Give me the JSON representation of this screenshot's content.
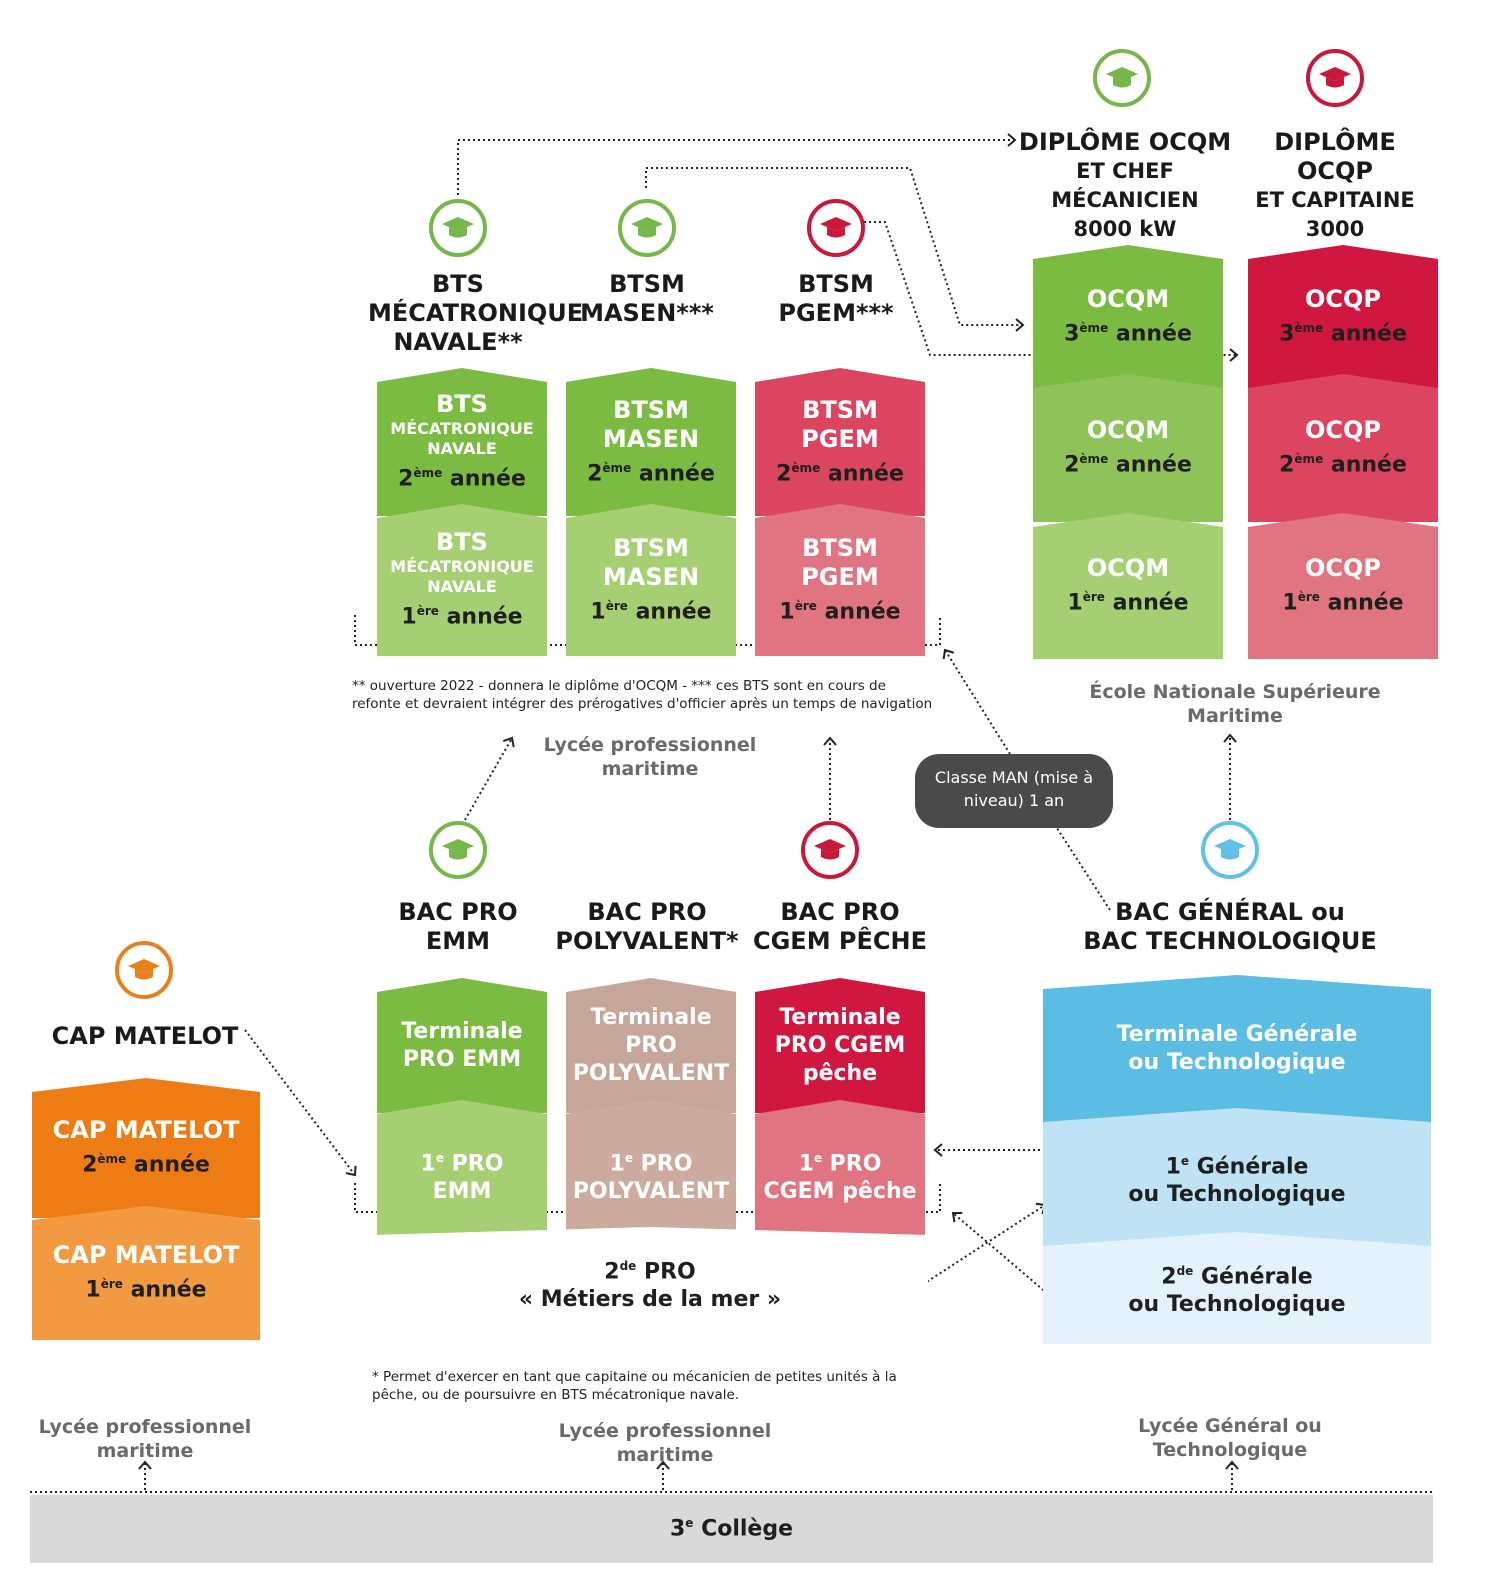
{
  "diplomas_top": {
    "ocqm": {
      "title": "DIPLÔME OCQM",
      "sub1": "ET CHEF MÉCANICIEN",
      "sub2": "8000 kW"
    },
    "ocqp": {
      "title": "DIPLÔME OCQP",
      "sub1": "ET CAPITAINE",
      "sub2": "3000"
    }
  },
  "bts_titles": {
    "meca": [
      "BTS",
      "MÉCATRONIQUE",
      "NAVALE**"
    ],
    "masen": [
      "BTSM",
      "MASEN***"
    ],
    "pgem": [
      "BTSM",
      "PGEM***"
    ]
  },
  "bts_blocks": {
    "meca_2": {
      "l1": "BTS",
      "l2a": "MÉCATRONIQUE",
      "l2b": "NAVALE",
      "num": "2",
      "sup": "ème",
      "word": "année"
    },
    "meca_1": {
      "l1": "BTS",
      "l2a": "MÉCATRONIQUE",
      "l2b": "NAVALE",
      "num": "1",
      "sup": "ère",
      "word": "année"
    },
    "masen_2": {
      "l1": "BTSM",
      "l1b": "MASEN",
      "num": "2",
      "sup": "ème",
      "word": "année"
    },
    "masen_1": {
      "l1": "BTSM",
      "l1b": "MASEN",
      "num": "1",
      "sup": "ère",
      "word": "année"
    },
    "pgem_2": {
      "l1": "BTSM",
      "l1b": "PGEM",
      "num": "2",
      "sup": "ème",
      "word": "année"
    },
    "pgem_1": {
      "l1": "BTSM",
      "l1b": "PGEM",
      "num": "1",
      "sup": "ère",
      "word": "année"
    }
  },
  "school_blocks": {
    "ocqm_3": {
      "l1": "OCQM",
      "num": "3",
      "sup": "ème",
      "word": "année"
    },
    "ocqm_2": {
      "l1": "OCQM",
      "num": "2",
      "sup": "ème",
      "word": "année"
    },
    "ocqm_1": {
      "l1": "OCQM",
      "num": "1",
      "sup": "ère",
      "word": "année"
    },
    "ocqp_3": {
      "l1": "OCQP",
      "num": "3",
      "sup": "ème",
      "word": "année"
    },
    "ocqp_2": {
      "l1": "OCQP",
      "num": "2",
      "sup": "ème",
      "word": "année"
    },
    "ocqp_1": {
      "l1": "OCQP",
      "num": "1",
      "sup": "ère",
      "word": "année"
    }
  },
  "notes": {
    "bts_note_1": "** ouverture 2022 - donnera le diplôme d'OCQM - *** ces BTS sont en cours de",
    "bts_note_2": "refonte et devraient intégrer des prérogatives d'officier après un temps de navigation",
    "bac_note_1": "* Permet d'exercer en tant que capitaine ou mécanicien de petites unités à la",
    "bac_note_2": "pêche, ou de poursuivre en BTS mécatronique navale."
  },
  "locations": {
    "ensm_1": "École Nationale Supérieure",
    "ensm_2": "Maritime",
    "lpm_mid_1": "Lycée professionnel",
    "lpm_mid_2": "maritime",
    "lpm_left_1": "Lycée professionnel",
    "lpm_left_2": "maritime",
    "lpm_bottom_1": "Lycée professionnel",
    "lpm_bottom_2": "maritime",
    "lgt_1": "Lycée Général ou",
    "lgt_2": "Technologique"
  },
  "badge": {
    "line1": "Classe MAN (mise à",
    "line2": "niveau) 1 an"
  },
  "bac_titles": {
    "emm": [
      "BAC PRO",
      "EMM"
    ],
    "poly": [
      "BAC PRO",
      "POLYVALENT*"
    ],
    "cgem": [
      "BAC PRO",
      "CGEM PÊCHE"
    ],
    "general": [
      "BAC GÉNÉRAL ou",
      "BAC TECHNOLOGIQUE"
    ]
  },
  "bac_blocks": {
    "emm_t": [
      "Terminale",
      "PRO EMM"
    ],
    "emm_1": {
      "num": "1",
      "sup": "e",
      "rest": " PRO",
      "l2": "EMM"
    },
    "poly_t": [
      "Terminale",
      "PRO",
      "POLYVALENT"
    ],
    "poly_1": {
      "num": "1",
      "sup": "e",
      "rest": " PRO",
      "l2": "POLYVALENT"
    },
    "cgem_t": [
      "Terminale",
      "PRO CGEM",
      "pêche"
    ],
    "cgem_1": {
      "num": "1",
      "sup": "e",
      "rest": " PRO",
      "l2": "CGEM pêche"
    },
    "gen_t": [
      "Terminale Générale",
      "ou Technologique"
    ],
    "gen_1": {
      "num": "1",
      "sup": "e",
      "rest": " Générale",
      "l2": "ou Technologique"
    },
    "gen_2": {
      "num": "2",
      "sup": "de",
      "rest": " Générale",
      "l2": "ou Technologique"
    },
    "seconde": {
      "num": "2",
      "sup": "de",
      "rest": " PRO",
      "l2": "« Métiers de la mer »"
    }
  },
  "cap": {
    "title": "CAP MATELOT",
    "y2": {
      "l1": "CAP MATELOT",
      "num": "2",
      "sup": "ème",
      "word": "année"
    },
    "y1": {
      "l1": "CAP MATELOT",
      "num": "1",
      "sup": "ère",
      "word": "année"
    }
  },
  "college": {
    "num": "3",
    "sup": "e",
    "rest": " Collège"
  },
  "colors": {
    "green_dark": "#7cbb42",
    "green_light": "#a6cf73",
    "red_dark": "#d0173f",
    "red_mid": "#dc4560",
    "red_light": "#e17481",
    "beige": "#c6a699",
    "beige_light": "#ccab9e",
    "blue_dark": "#5cbde4",
    "blue_mid": "#bfe3f5",
    "blue_light": "#e3f2fb",
    "orange_dark": "#ee7c14",
    "orange_light": "#f29a42",
    "grey_bar": "#d9d9d9",
    "icon_green": "#76b64a",
    "icon_red": "#c8193c",
    "icon_blue": "#62c0e6",
    "icon_orange": "#e8801b"
  },
  "icons": [
    "graduation-cap-icon"
  ]
}
